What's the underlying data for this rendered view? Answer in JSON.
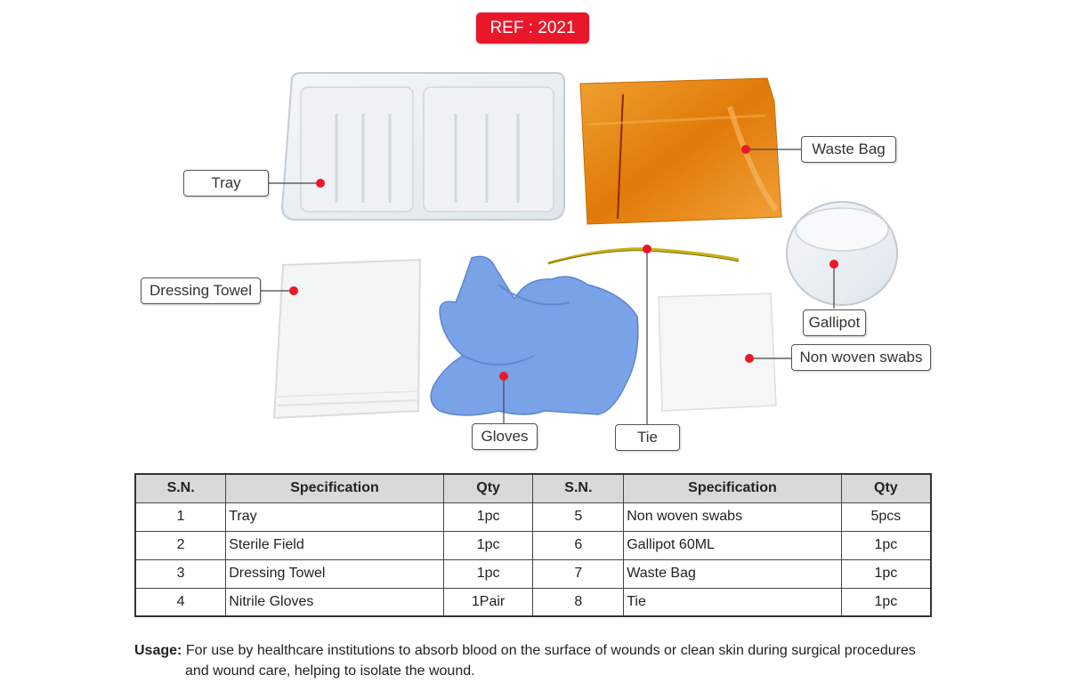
{
  "ref": "REF : 2021",
  "labels": {
    "tray": "Tray",
    "waste_bag": "Waste Bag",
    "dressing_towel": "Dressing Towel",
    "gallipot": "Gallipot",
    "non_woven_swabs": "Non woven swabs",
    "gloves": "Gloves",
    "tie": "Tie"
  },
  "table": {
    "headers": [
      "S.N.",
      "Specification",
      "Qty",
      "S.N.",
      "Specification",
      "Qty"
    ],
    "rows": [
      [
        "1",
        "Tray",
        "1pc",
        "5",
        "Non woven swabs",
        "5pcs"
      ],
      [
        "2",
        "Sterile Field",
        "1pc",
        "6",
        "Gallipot 60ML",
        "1pc"
      ],
      [
        "3",
        "Dressing Towel",
        "1pc",
        "7",
        "Waste Bag",
        "1pc"
      ],
      [
        "4",
        "Nitrile Gloves",
        "1Pair",
        "8",
        "Tie",
        "1pc"
      ]
    ]
  },
  "usage": {
    "label": "Usage:",
    "line1": "For use by healthcare institutions to absorb blood on the surface of wounds or clean skin during surgical procedures",
    "line2": "and wound care, helping to isolate the wound."
  },
  "colors": {
    "accent_red": "#e8182a",
    "bag_orange": "#e8860f",
    "glove_blue": "#7aa2e6",
    "header_gray": "#d9d9d9"
  }
}
